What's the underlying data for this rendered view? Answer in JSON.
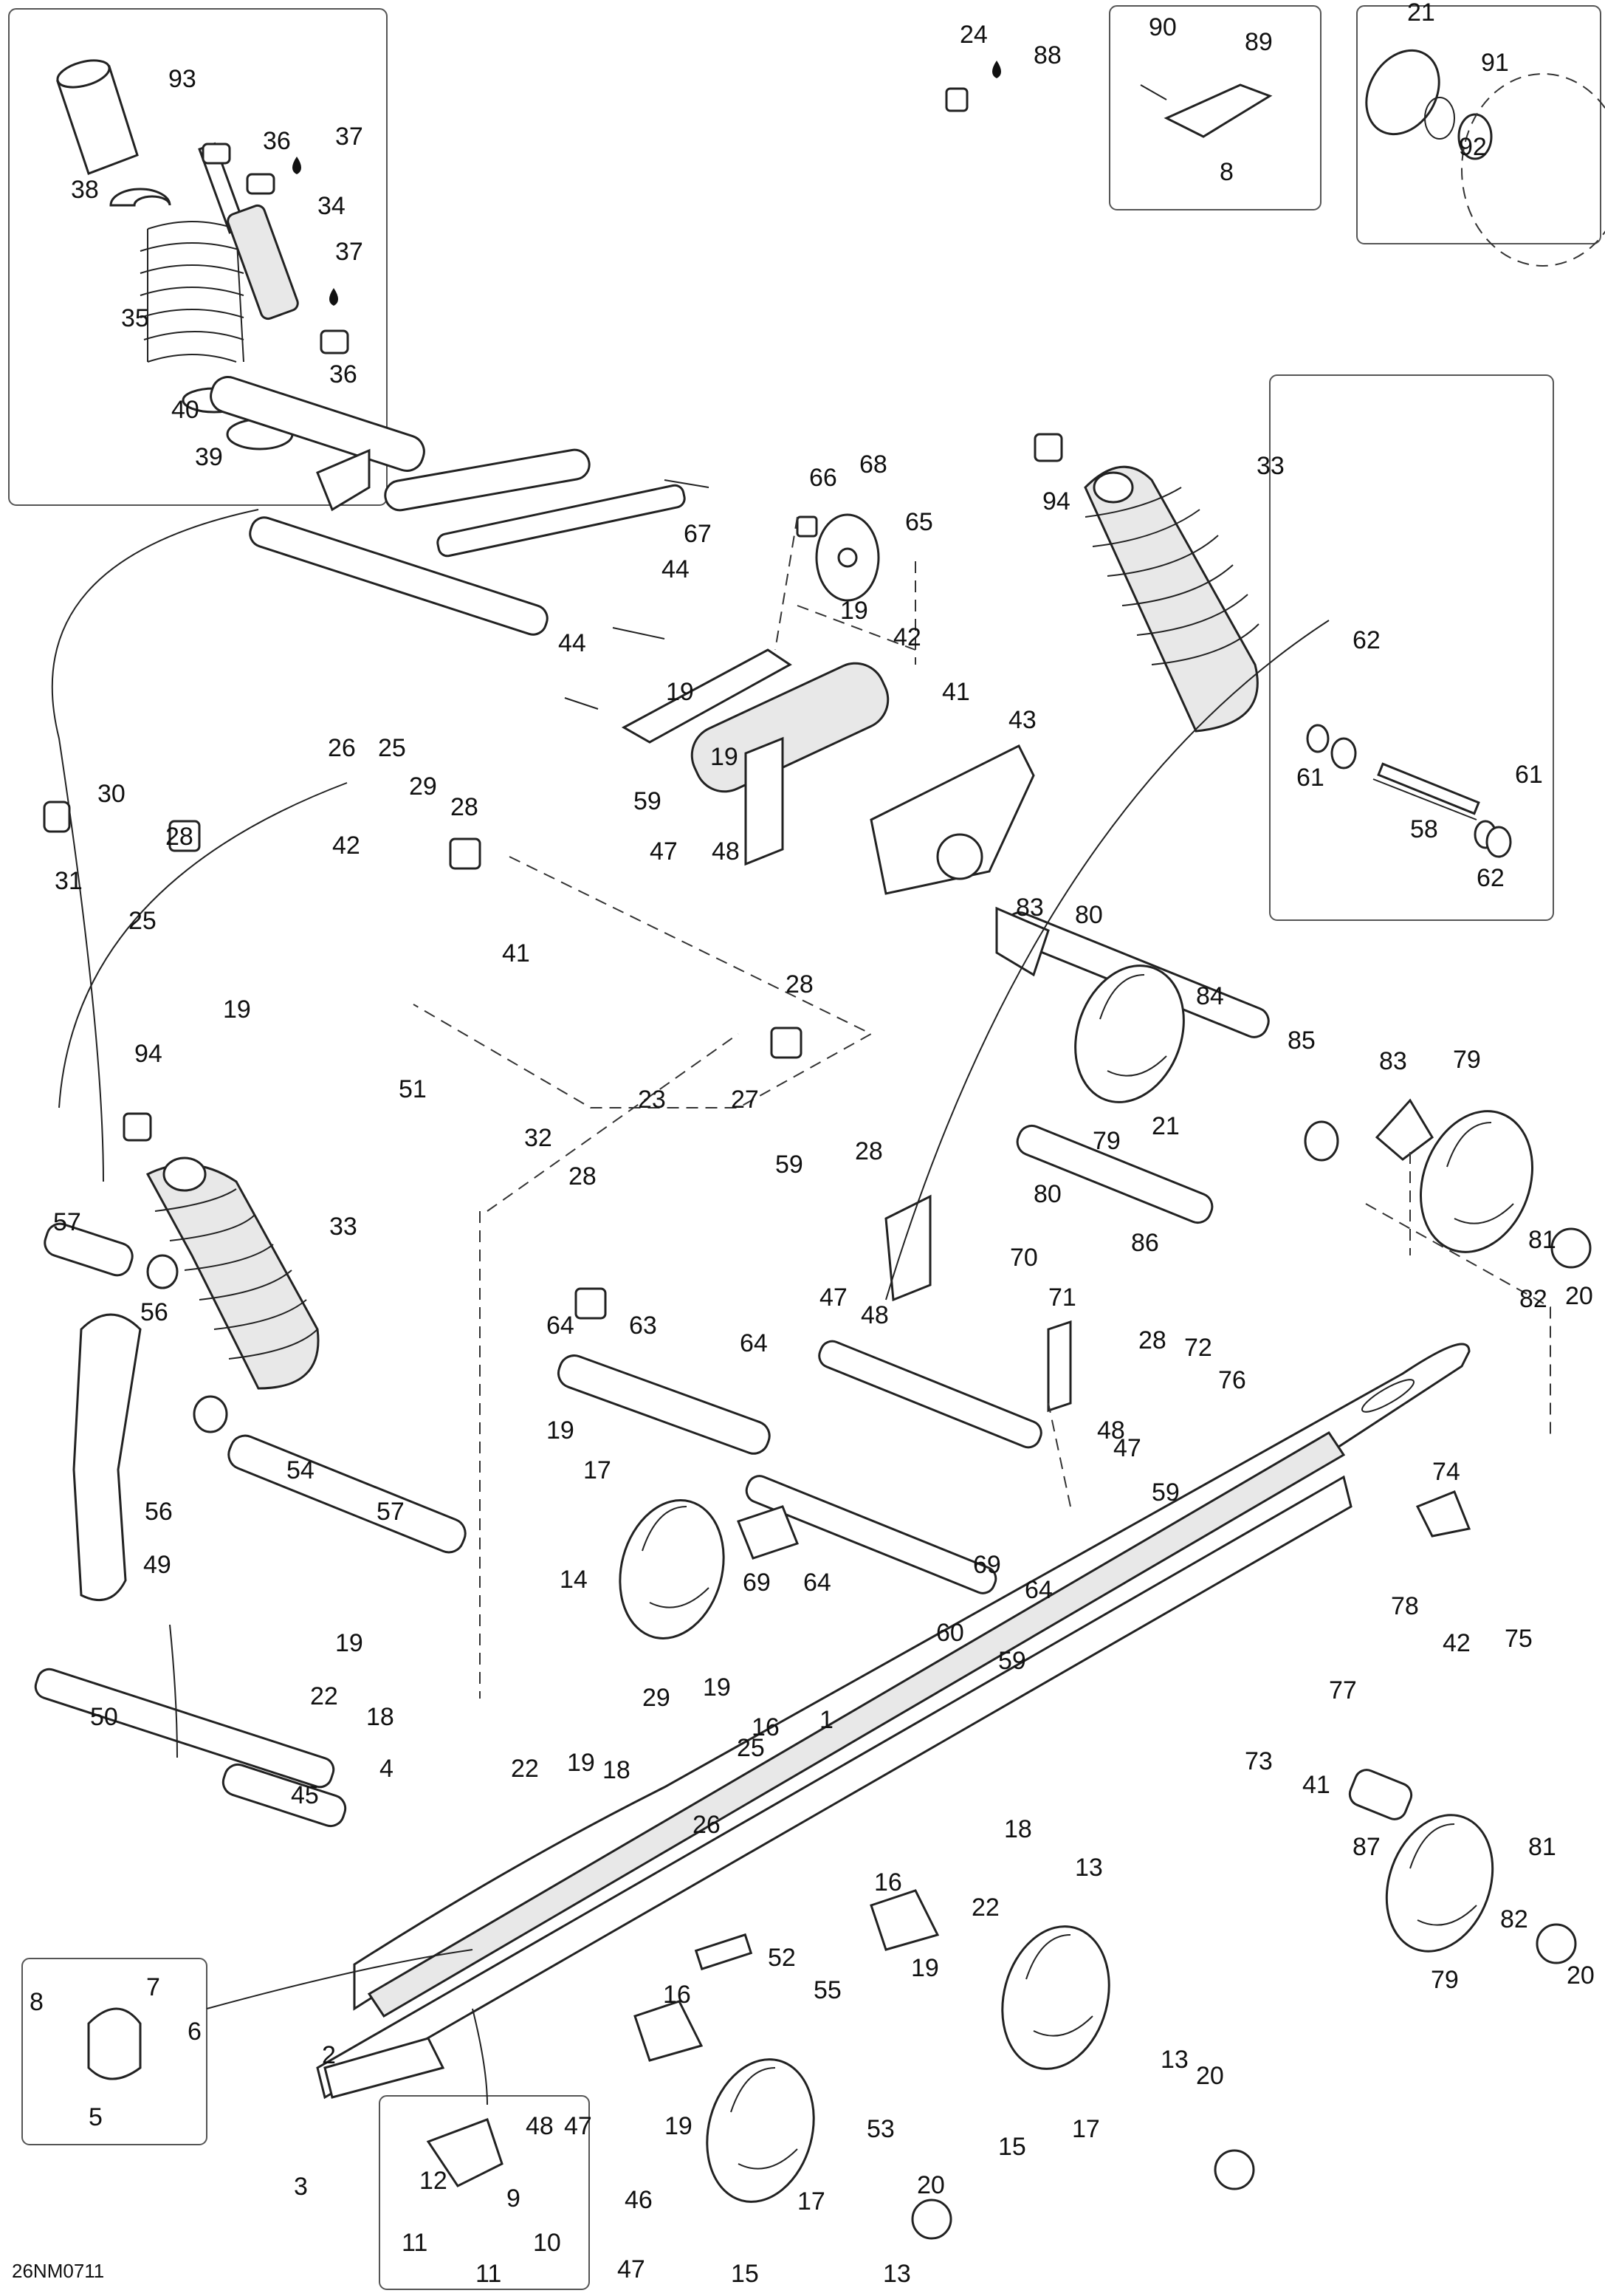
{
  "diagram_code": "26NM0711",
  "callouts": [
    {
      "id": "c93",
      "text": "93"
    },
    {
      "id": "c36a",
      "text": "36"
    },
    {
      "id": "c37a",
      "text": "37"
    },
    {
      "id": "c38",
      "text": "38"
    },
    {
      "id": "c34",
      "text": "34"
    },
    {
      "id": "c37b",
      "text": "37"
    },
    {
      "id": "c35",
      "text": "35"
    },
    {
      "id": "c36b",
      "text": "36"
    },
    {
      "id": "c40",
      "text": "40"
    },
    {
      "id": "c39",
      "text": "39"
    },
    {
      "id": "c24",
      "text": "24"
    },
    {
      "id": "c88",
      "text": "88"
    },
    {
      "id": "c90",
      "text": "90"
    },
    {
      "id": "c89",
      "text": "89"
    },
    {
      "id": "c8a",
      "text": "8"
    },
    {
      "id": "c21a",
      "text": "21"
    },
    {
      "id": "c91",
      "text": "91"
    },
    {
      "id": "c92",
      "text": "92"
    },
    {
      "id": "c94a",
      "text": "94"
    },
    {
      "id": "c33a",
      "text": "33"
    },
    {
      "id": "c66",
      "text": "66"
    },
    {
      "id": "c68",
      "text": "68"
    },
    {
      "id": "c65",
      "text": "65"
    },
    {
      "id": "c67",
      "text": "67"
    },
    {
      "id": "c44a",
      "text": "44"
    },
    {
      "id": "c44b",
      "text": "44"
    },
    {
      "id": "c19a",
      "text": "19"
    },
    {
      "id": "c19b",
      "text": "19"
    },
    {
      "id": "c42a",
      "text": "42"
    },
    {
      "id": "c41a",
      "text": "41"
    },
    {
      "id": "c43",
      "text": "43"
    },
    {
      "id": "c19c",
      "text": "19"
    },
    {
      "id": "c59a",
      "text": "59"
    },
    {
      "id": "c47a",
      "text": "47"
    },
    {
      "id": "c48a",
      "text": "48"
    },
    {
      "id": "c62a",
      "text": "62"
    },
    {
      "id": "c61a",
      "text": "61"
    },
    {
      "id": "c61b",
      "text": "61"
    },
    {
      "id": "c58",
      "text": "58"
    },
    {
      "id": "c62b",
      "text": "62"
    },
    {
      "id": "c26a",
      "text": "26"
    },
    {
      "id": "c25a",
      "text": "25"
    },
    {
      "id": "c29a",
      "text": "29"
    },
    {
      "id": "c28a",
      "text": "28"
    },
    {
      "id": "c30",
      "text": "30"
    },
    {
      "id": "c31",
      "text": "31"
    },
    {
      "id": "c28b",
      "text": "28"
    },
    {
      "id": "c42b",
      "text": "42"
    },
    {
      "id": "c25b",
      "text": "25"
    },
    {
      "id": "c41b",
      "text": "41"
    },
    {
      "id": "c19d",
      "text": "19"
    },
    {
      "id": "c28c",
      "text": "28"
    },
    {
      "id": "c23",
      "text": "23"
    },
    {
      "id": "c27",
      "text": "27"
    },
    {
      "id": "c51",
      "text": "51"
    },
    {
      "id": "c32",
      "text": "32"
    },
    {
      "id": "c28d",
      "text": "28"
    },
    {
      "id": "c94b",
      "text": "94"
    },
    {
      "id": "c83a",
      "text": "83"
    },
    {
      "id": "c80a",
      "text": "80"
    },
    {
      "id": "c84",
      "text": "84"
    },
    {
      "id": "c85",
      "text": "85"
    },
    {
      "id": "c79a",
      "text": "79"
    },
    {
      "id": "c21b",
      "text": "21"
    },
    {
      "id": "c83b",
      "text": "83"
    },
    {
      "id": "c79b",
      "text": "79"
    },
    {
      "id": "c57a",
      "text": "57"
    },
    {
      "id": "c33b",
      "text": "33"
    },
    {
      "id": "c56a",
      "text": "56"
    },
    {
      "id": "c59b",
      "text": "59"
    },
    {
      "id": "c28e",
      "text": "28"
    },
    {
      "id": "c80b",
      "text": "80"
    },
    {
      "id": "c86",
      "text": "86"
    },
    {
      "id": "c81a",
      "text": "81"
    },
    {
      "id": "c82a",
      "text": "82"
    },
    {
      "id": "c20a",
      "text": "20"
    },
    {
      "id": "c70",
      "text": "70"
    },
    {
      "id": "c47b",
      "text": "47"
    },
    {
      "id": "c48b",
      "text": "48"
    },
    {
      "id": "c71",
      "text": "71"
    },
    {
      "id": "c28f",
      "text": "28"
    },
    {
      "id": "c72",
      "text": "72"
    },
    {
      "id": "c76",
      "text": "76"
    },
    {
      "id": "c64a",
      "text": "64"
    },
    {
      "id": "c63",
      "text": "63"
    },
    {
      "id": "c64b",
      "text": "64"
    },
    {
      "id": "c48c",
      "text": "48"
    },
    {
      "id": "c47c",
      "text": "47"
    },
    {
      "id": "c59c",
      "text": "59"
    },
    {
      "id": "c19e",
      "text": "19"
    },
    {
      "id": "c17a",
      "text": "17"
    },
    {
      "id": "c56b",
      "text": "56"
    },
    {
      "id": "c54",
      "text": "54"
    },
    {
      "id": "c57b",
      "text": "57"
    },
    {
      "id": "c49",
      "text": "49"
    },
    {
      "id": "c14",
      "text": "14"
    },
    {
      "id": "c69a",
      "text": "69"
    },
    {
      "id": "c64c",
      "text": "64"
    },
    {
      "id": "c69b",
      "text": "69"
    },
    {
      "id": "c64d",
      "text": "64"
    },
    {
      "id": "c60",
      "text": "60"
    },
    {
      "id": "c59d",
      "text": "59"
    },
    {
      "id": "c74",
      "text": "74"
    },
    {
      "id": "c78",
      "text": "78"
    },
    {
      "id": "c75",
      "text": "75"
    },
    {
      "id": "c42c",
      "text": "42"
    },
    {
      "id": "c77",
      "text": "77"
    },
    {
      "id": "c19f",
      "text": "19"
    },
    {
      "id": "c19g",
      "text": "19"
    },
    {
      "id": "c22a",
      "text": "22"
    },
    {
      "id": "c18a",
      "text": "18"
    },
    {
      "id": "c29b",
      "text": "29"
    },
    {
      "id": "c16a",
      "text": "16"
    },
    {
      "id": "c1",
      "text": "1"
    },
    {
      "id": "c25c",
      "text": "25"
    },
    {
      "id": "c73",
      "text": "73"
    },
    {
      "id": "c41c",
      "text": "41"
    },
    {
      "id": "c50",
      "text": "50"
    },
    {
      "id": "c22b",
      "text": "22"
    },
    {
      "id": "c19h",
      "text": "19"
    },
    {
      "id": "c18b",
      "text": "18"
    },
    {
      "id": "c26b",
      "text": "26"
    },
    {
      "id": "c87",
      "text": "87"
    },
    {
      "id": "c81b",
      "text": "81"
    },
    {
      "id": "c18c",
      "text": "18"
    },
    {
      "id": "c13a",
      "text": "13"
    },
    {
      "id": "c45",
      "text": "45"
    },
    {
      "id": "c4",
      "text": "4"
    },
    {
      "id": "c22c",
      "text": "22"
    },
    {
      "id": "c82b",
      "text": "82"
    },
    {
      "id": "c20b",
      "text": "20"
    },
    {
      "id": "c79c",
      "text": "79"
    },
    {
      "id": "c16b",
      "text": "16"
    },
    {
      "id": "c52",
      "text": "52"
    },
    {
      "id": "c19i",
      "text": "19"
    },
    {
      "id": "c8b",
      "text": "8"
    },
    {
      "id": "c7",
      "text": "7"
    },
    {
      "id": "c6",
      "text": "6"
    },
    {
      "id": "c55",
      "text": "55"
    },
    {
      "id": "c16c",
      "text": "16"
    },
    {
      "id": "c2",
      "text": "2"
    },
    {
      "id": "c13b",
      "text": "13"
    },
    {
      "id": "c20c",
      "text": "20"
    },
    {
      "id": "c5",
      "text": "5"
    },
    {
      "id": "c48d",
      "text": "48"
    },
    {
      "id": "c47d",
      "text": "47"
    },
    {
      "id": "c19j",
      "text": "19"
    },
    {
      "id": "c53",
      "text": "53"
    },
    {
      "id": "c17b",
      "text": "17"
    },
    {
      "id": "c15a",
      "text": "15"
    },
    {
      "id": "c3",
      "text": "3"
    },
    {
      "id": "c46",
      "text": "46"
    },
    {
      "id": "c20d",
      "text": "20"
    },
    {
      "id": "c12",
      "text": "12"
    },
    {
      "id": "c9",
      "text": "9"
    },
    {
      "id": "c17c",
      "text": "17"
    },
    {
      "id": "c10",
      "text": "10"
    },
    {
      "id": "c11a",
      "text": "11"
    },
    {
      "id": "c47e",
      "text": "47"
    },
    {
      "id": "c15b",
      "text": "15"
    },
    {
      "id": "c13c",
      "text": "13"
    },
    {
      "id": "c11b",
      "text": "11"
    }
  ]
}
